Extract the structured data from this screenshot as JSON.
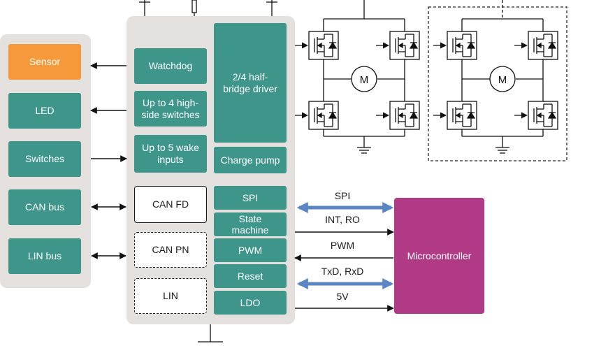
{
  "left": {
    "sensor": "Sensor",
    "led": "LED",
    "switches": "Switches",
    "can_bus": "CAN bus",
    "lin_bus": "LIN bus"
  },
  "chip": {
    "watchdog": "Watchdog",
    "high_side": "Up to 4 high-side switches",
    "wake_inputs": "Up to 5 wake inputs",
    "half_bridge": "2/4 half-bridge driver",
    "charge_pump": "Charge pump",
    "can_fd": "CAN FD",
    "can_pn": "CAN PN",
    "lin": "LIN",
    "spi": "SPI",
    "state_machine": "State machine",
    "pwm": "PWM",
    "reset": "Reset",
    "ldo": "LDO"
  },
  "signals": {
    "spi": "SPI",
    "int_ro": "INT, RO",
    "pwm": "PWM",
    "txd_rxd": "TxD, RxD",
    "v5": "5V"
  },
  "mcu": "Microcontroller",
  "motor": "M",
  "colors": {
    "teal": "#3e968a",
    "orange": "#f5993a",
    "magenta": "#b03a86",
    "arrow_blue": "#5b86c5",
    "panel": "#e4e0de"
  }
}
